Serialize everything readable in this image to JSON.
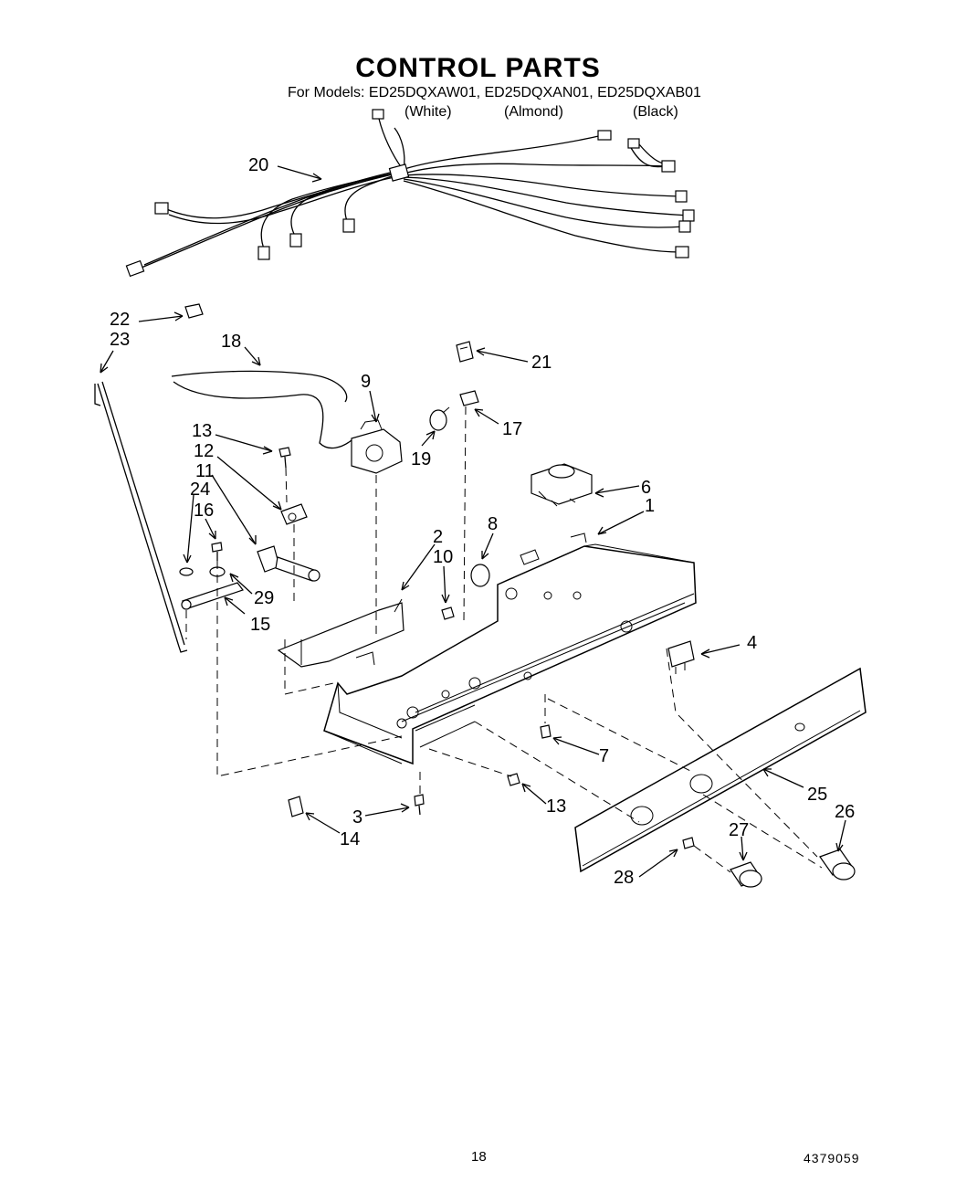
{
  "header": {
    "title": "CONTROL PARTS",
    "models": "For Models: ED25DQXAW01, ED25DQXAN01, ED25DQXAB01",
    "variant_white": "(White)",
    "variant_almond": "(Almond)",
    "variant_black": "(Black)"
  },
  "callouts": [
    "20",
    "22",
    "23",
    "18",
    "21",
    "9",
    "13",
    "12",
    "11",
    "24",
    "16",
    "17",
    "19",
    "6",
    "1",
    "8",
    "2",
    "10",
    "29",
    "15",
    "4",
    "7",
    "13",
    "3",
    "14",
    "25",
    "26",
    "27",
    "28"
  ],
  "footer": {
    "page_number": "18",
    "doc_number": "4379059"
  }
}
